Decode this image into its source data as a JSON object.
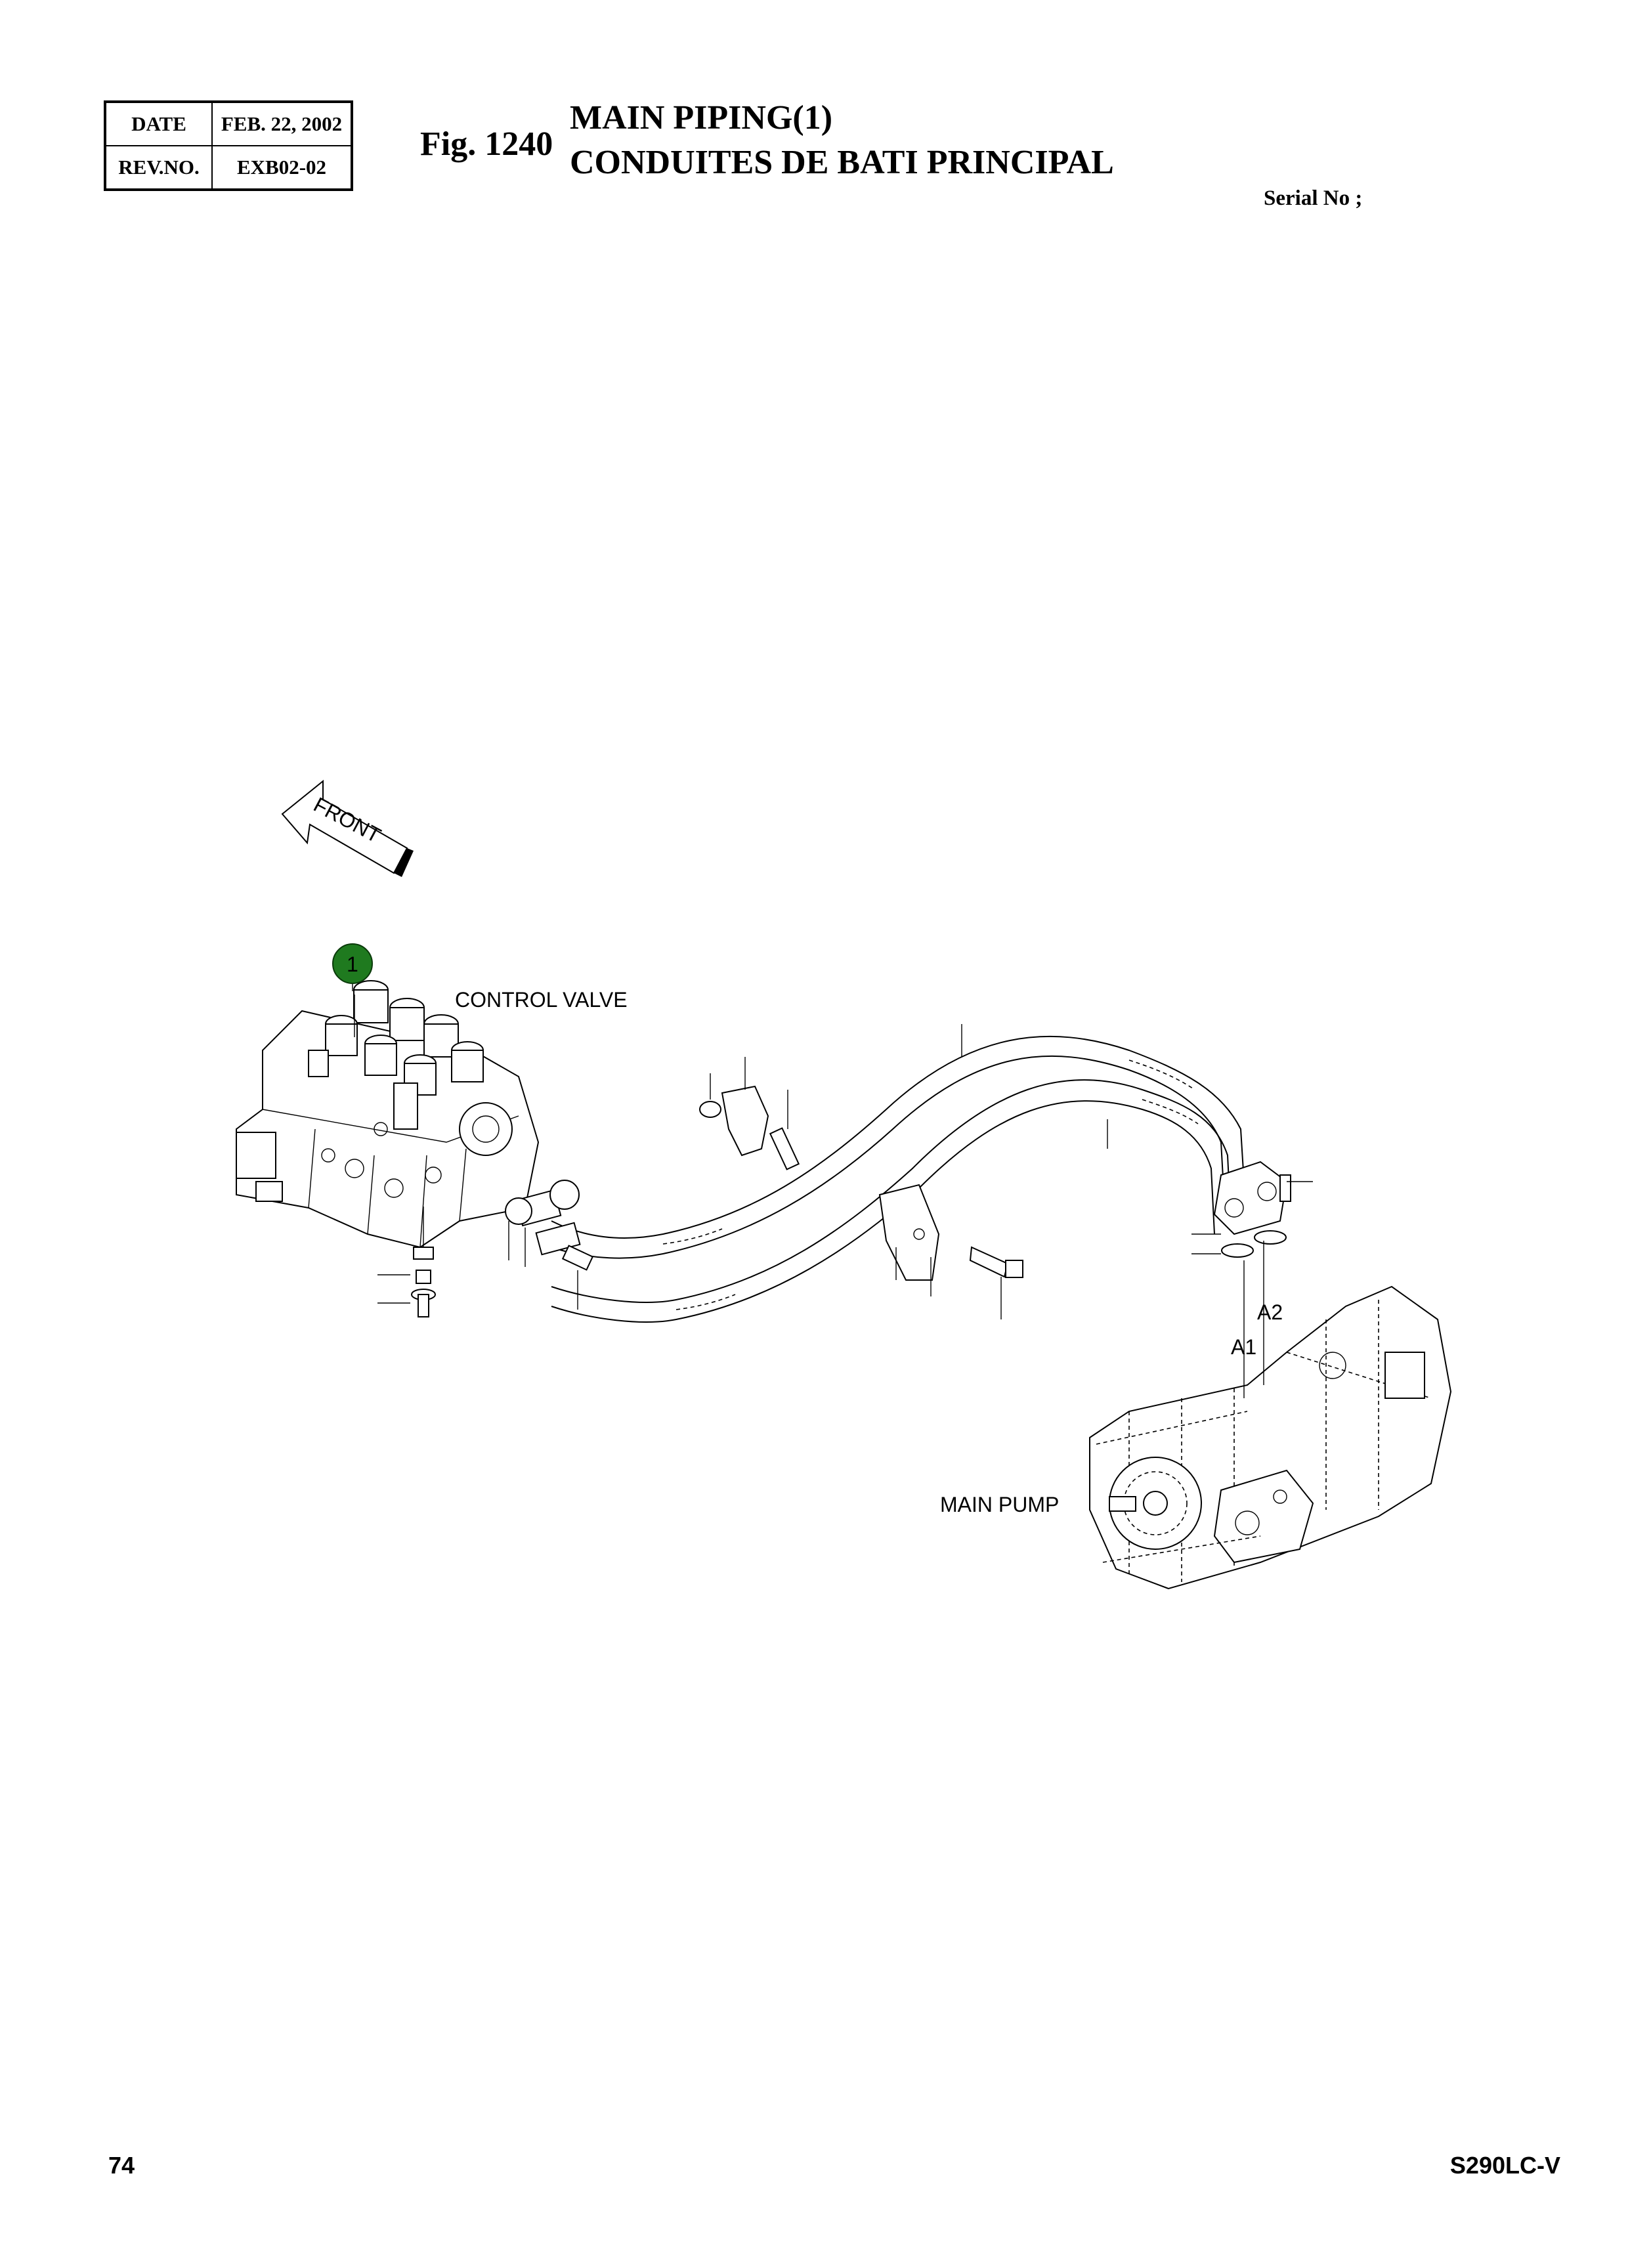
{
  "header": {
    "date_label": "DATE",
    "date_value": "FEB. 22, 2002",
    "rev_label": "REV.NO.",
    "rev_value": "EXB02-02",
    "fig_label": "Fig. 1240",
    "title_main": "MAIN PIPING(1)",
    "title_sub": "CONDUITES DE BATI PRINCIPAL",
    "serial": "Serial No ;"
  },
  "diagram": {
    "front_arrow": "FRONT",
    "control_valve": "CONTROL VALVE",
    "main_pump": "MAIN PUMP",
    "port_a1": "A1",
    "port_a2": "A2",
    "callout_1": "1",
    "callout_color": "#1f7a1f"
  },
  "footer": {
    "page_number": "74",
    "model": "S290LC-V"
  }
}
